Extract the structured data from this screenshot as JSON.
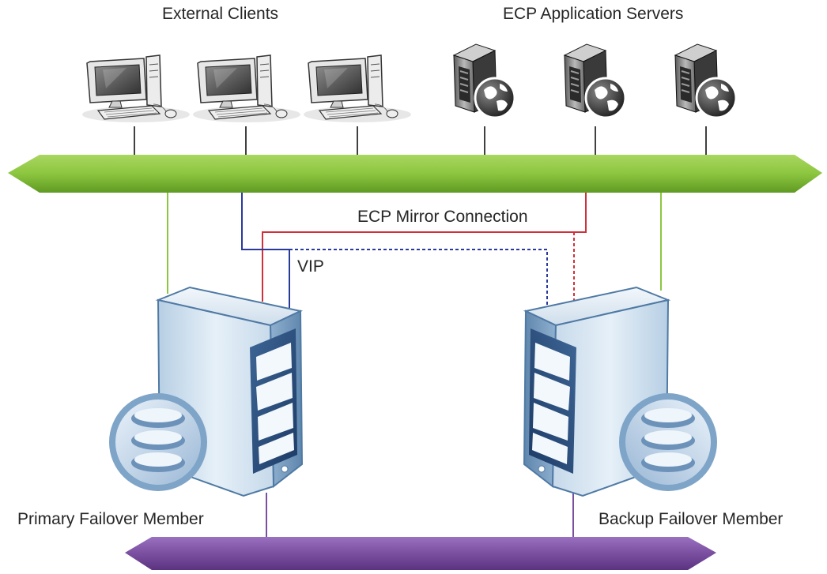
{
  "labels": {
    "external_clients": "External Clients",
    "ecp_application_servers": "ECP Application Servers",
    "ecp_mirror_connection": "ECP Mirror Connection",
    "vip": "VIP",
    "primary_failover_member": "Primary Failover Member",
    "backup_failover_member": "Backup Failover Member"
  },
  "colors": {
    "public_network": "#8cc63f",
    "private_network": "#7b4fa0",
    "ecp_mirror_line": "#d0303a",
    "vip_line": "#2a3a9c",
    "server_body": "#c9dced"
  },
  "icons": {
    "client": "desktop-computer-icon",
    "app_server": "web-server-icon",
    "failover_member": "database-server-icon"
  }
}
